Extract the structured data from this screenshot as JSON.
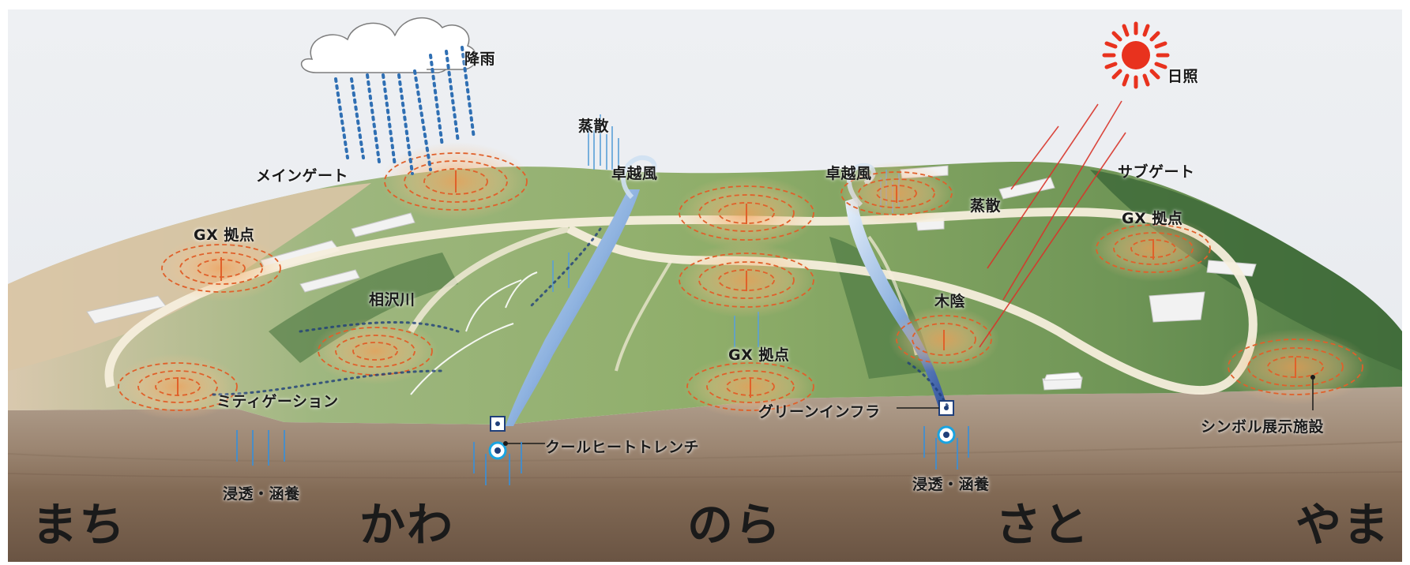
{
  "weather": {
    "rain": "降雨",
    "sunshine": "日照"
  },
  "annotations": {
    "evaporation_1": "蒸散",
    "evaporation_2": "蒸散",
    "wind_1": "卓越風",
    "wind_2": "卓越風",
    "main_gate": "メインゲート",
    "sub_gate": "サブゲート",
    "gx_1": "GX 拠点",
    "gx_2": "GX 拠点",
    "gx_3": "GX 拠点",
    "river": "相沢川",
    "shade": "木陰",
    "mitigation": "ミティゲーション",
    "green_infra": "グリーンインフラ",
    "symbol_facility": "シンボル展示施設",
    "cool_heat_trench": "クールヒートトレンチ",
    "infiltration_1": "浸透・涵養",
    "infiltration_2": "浸透・涵養"
  },
  "zones": [
    "まち",
    "かわ",
    "のら",
    "さと",
    "やま"
  ],
  "colors": {
    "sky": "#eef0f3",
    "grass": "#8fae6a",
    "forest": "#3f6b3a",
    "soil_top": "#a79685",
    "soil_bottom": "#6a5443",
    "heat": "#e0602a",
    "water": "#2f6fb3",
    "sun": "#e8321e",
    "path": "#f6eedc"
  }
}
